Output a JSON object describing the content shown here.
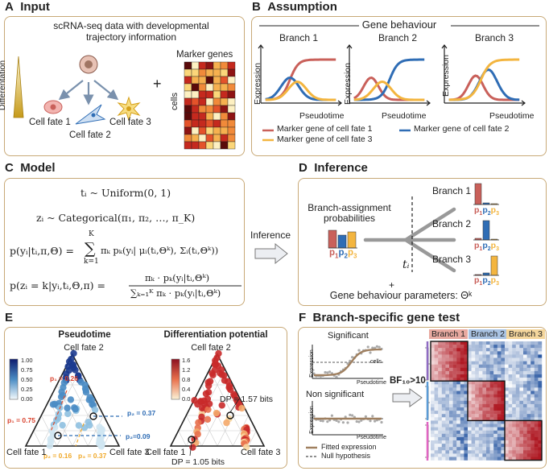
{
  "colors": {
    "border": "#c8a977",
    "fate1": "#c9605a",
    "fate2": "#2f6db5",
    "fate3": "#f3b53f",
    "fitted": "#a08060",
    "arrow": "#7a91ad"
  },
  "panel_a": {
    "letter": "A",
    "title": "Input",
    "desc_line1": "scRNA-seq data with developmental",
    "desc_line2": "trajectory information",
    "differentiation": "Differentation",
    "fate1": "Cell fate 1",
    "fate2": "Cell fate 2",
    "fate3": "Cell fate 3",
    "plus": "+",
    "marker_genes": "Marker genes",
    "cells": "cells"
  },
  "panel_b": {
    "letter": "B",
    "title": "Assumption",
    "gene_behaviour": "Gene behaviour",
    "branches": [
      "Branch 1",
      "Branch 2",
      "Branch 3"
    ],
    "ylabel": "Expression",
    "xlabel": "Pseudotime",
    "legend": [
      "Marker gene of cell fate 1",
      "Marker gene of cell fate 2",
      "Marker gene of cell fate 3"
    ]
  },
  "panel_c": {
    "letter": "C",
    "title": "Model",
    "eq1": "tᵢ ~ Uniform(0, 1)",
    "eq2": "zᵢ ~ Categorical(π₁, π₂, …, π_K)",
    "eq3_lhs": "p(yᵢ|tᵢ,π,Θ) =",
    "eq3_sum": "∑",
    "eq3_sum_top": "K",
    "eq3_sum_bot": "k=1",
    "eq3_rhs": "πₖ pₖ(yᵢ| μᵢ(tᵢ,Θᵏ), Σᵢ(tᵢ,Θᵏ))",
    "eq4_lhs": "p(zᵢ = k|yᵢ,tᵢ,Θ,π) =",
    "eq4_num": "πₖ · pₖ(yᵢ|tᵢ,Θᵏ)",
    "eq4_den": "∑ₖ₌₁ᴷ πₖ · pₖ(yᵢ|tᵢ,Θᵏ)",
    "inference_arrow": "Inference"
  },
  "panel_d": {
    "letter": "D",
    "title": "Inference",
    "branch_assign_1": "Branch-assignment",
    "branch_assign_2": "probabilities",
    "p_labels": [
      "p",
      "1",
      "p",
      "2",
      "p",
      "3"
    ],
    "branches": [
      "Branch 1",
      "Branch 2",
      "Branch 3"
    ],
    "ti": "tᵢ",
    "plus": "+",
    "gene_params": "Gene behaviour parameters: Θᵏ"
  },
  "panel_e": {
    "letter": "E",
    "title": "",
    "left_title": "Pseudotime",
    "right_title": "Differentiation potential",
    "cell_fate_2": "Cell fate 2",
    "cell_fate_1": "Cell fate 1",
    "cell_fate_3": "Cell fate 3",
    "p1a": "p₁ = 0.26",
    "p1b": "p₁ = 0.75",
    "p2a": "p₂ = 0.37",
    "p2b": "p₂=0.09",
    "p2c": "p₂ = 0.16",
    "p3": "p₃ = 0.37",
    "dp_high": "DP = 1.57 bits",
    "dp_low": "DP = 1.05 bits",
    "cbar_left": [
      "1.00",
      "0.75",
      "0.50",
      "0.25",
      "0.00"
    ],
    "cbar_right": [
      "1.6",
      "1.2",
      "0.8",
      "0.4",
      "0.0"
    ]
  },
  "panel_f": {
    "letter": "F",
    "title": "Branch-specific gene test",
    "significant": "Significant",
    "non_significant": "Non significant",
    "ylabel": "Expression",
    "xlabel": "Pseudotime",
    "cells": "cells",
    "bf": "BF₁₀>10",
    "legend_fitted": "Fitted expression",
    "legend_null": "Null hypothesis",
    "heat_headers": [
      "Branch 1",
      "Branch 2",
      "Branch 3"
    ]
  }
}
